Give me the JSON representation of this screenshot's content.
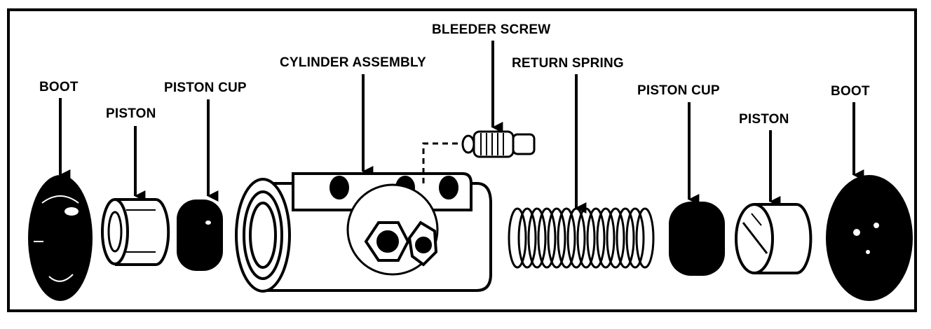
{
  "labels": {
    "boot_left": "BOOT",
    "piston_left": "PISTON",
    "piston_cup_left": "PISTON CUP",
    "cylinder_assembly": "CYLINDER ASSEMBLY",
    "bleeder_screw": "BLEEDER SCREW",
    "return_spring": "RETURN SPRING",
    "piston_cup_right": "PISTON CUP",
    "piston_right": "PISTON",
    "boot_right": "BOOT"
  },
  "colors": {
    "ink": "#000000",
    "paper": "#ffffff"
  }
}
